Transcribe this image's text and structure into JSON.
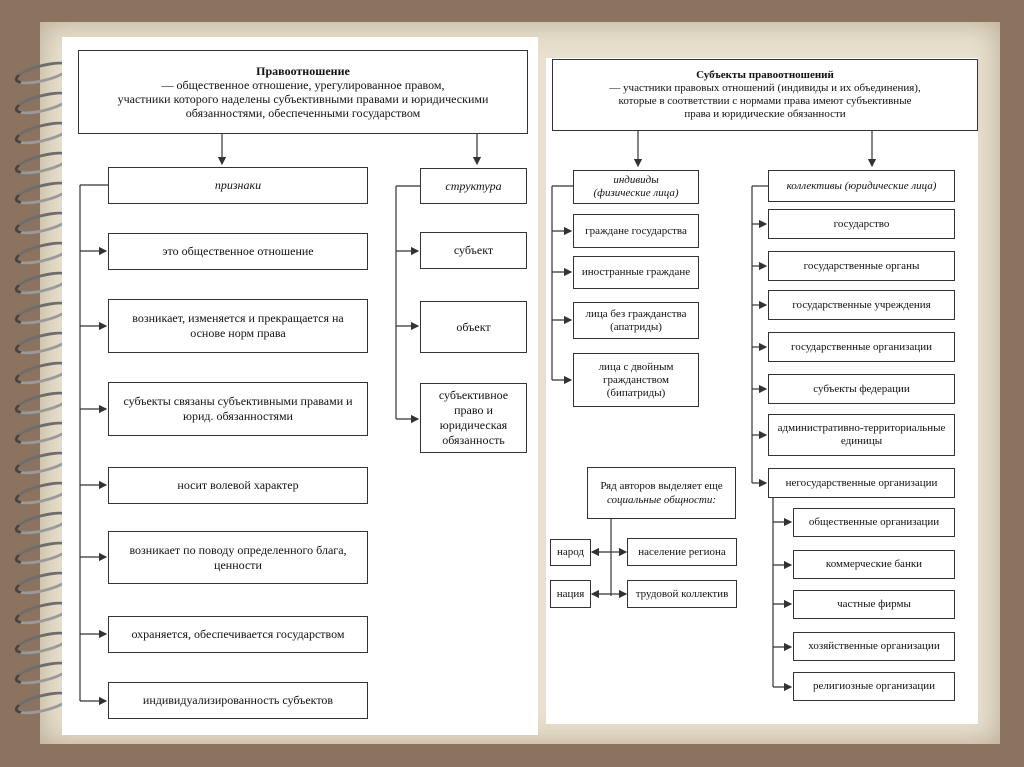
{
  "left": {
    "title": "Правоотношение",
    "definition_lines": [
      "— общественное отношение, урегулированное правом,",
      "участники которого наделены субъективными правами и юридическими",
      "обязанностями, обеспеченными государством"
    ],
    "features_header": "признаки",
    "features": [
      "это общественное отношение",
      "возникает, изменяется и прекращается на основе норм права",
      "субъекты связаны субъективными правами и юрид. обязанностями",
      "носит волевой характер",
      "возникает по поводу определенного блага, ценности",
      "охраняется, обеспечивается государством",
      "индивидуализированность субъектов"
    ],
    "structure_header": "структура",
    "structure": [
      "субъект",
      "объект",
      "субъективное право и юридическая обязанность"
    ]
  },
  "right": {
    "title": "Субъекты правоотношений",
    "definition_lines": [
      "— участники правовых отношений (индивиды и их объединения),",
      "которые в соответствии с нормами права имеют субъективные",
      "права и юридические обязанности"
    ],
    "individuals_header": [
      "индивиды",
      "(физические лица)"
    ],
    "individuals": [
      "граждане государства",
      "иностранные граждане",
      "лица без гражданства (апатриды)",
      "лица с двойным гражданством (бипатриды)"
    ],
    "collectives_header": "коллективы (юридические лица)",
    "collectives": [
      "государство",
      "государственные органы",
      "государственные учреждения",
      "государственные организации",
      "субъекты федерации",
      "административно-территориальные единицы",
      "негосударственные организации"
    ],
    "nongov": [
      "общественные организации",
      "коммерческие банки",
      "частные фирмы",
      "хозяйственные организации",
      "религиозные организации"
    ],
    "social_line1": "Ряд авторов выделяет еще",
    "social_line2": "социальные общности:",
    "social": {
      "people": "народ",
      "nation": "нация",
      "region": "население региона",
      "workforce": "трудовой коллектив"
    }
  }
}
